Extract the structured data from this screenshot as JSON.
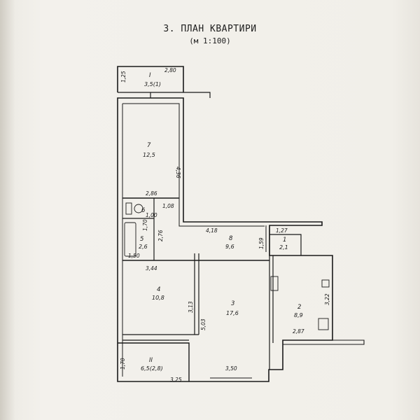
{
  "plan": {
    "title": "3. ПЛАН КВАРТИРИ",
    "scale": "(м 1:100)"
  },
  "rooms": [
    {
      "id": "r-I",
      "number": "I",
      "area": "3,5(1)"
    },
    {
      "id": "r-7",
      "number": "7",
      "area": "12,5"
    },
    {
      "id": "r-6",
      "number": "6",
      "area": ""
    },
    {
      "id": "r-5",
      "number": "5",
      "area": "2,6"
    },
    {
      "id": "r-8",
      "number": "8",
      "area": "9,6"
    },
    {
      "id": "r-1",
      "number": "1",
      "area": "2,1"
    },
    {
      "id": "r-4",
      "number": "4",
      "area": "10,8"
    },
    {
      "id": "r-3",
      "number": "3",
      "area": "17,6"
    },
    {
      "id": "r-2",
      "number": "2",
      "area": "8,9"
    },
    {
      "id": "r-II",
      "number": "II",
      "area": "6,5(2,8)"
    }
  ],
  "dimensions": {
    "d_2_80": "2,80",
    "d_1_25": "1,25",
    "d_4_36": "4,36",
    "d_2_86": "2,86",
    "d_1_08": "1,08",
    "d_1_00": "1,00",
    "d_1_70": "1,70",
    "d_2_76": "2,76",
    "d_4_18": "4,18",
    "d_1_27": "1,27",
    "d_1_59": "1,59",
    "d_1_50": "1,50",
    "d_3_44": "3,44",
    "d_3_13": "3,13",
    "d_5_03": "5,03",
    "d_3_22": "3,22",
    "d_2_87": "2,87",
    "d_1_70b": "1,70",
    "d_3_50": "3,50",
    "d_3_25": "3,25"
  }
}
